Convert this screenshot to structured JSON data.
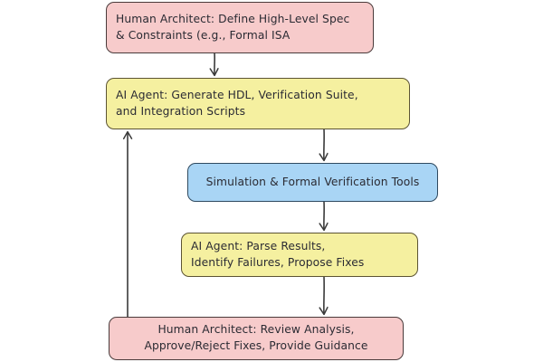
{
  "diagram": {
    "type": "flowchart",
    "title": "AI-assisted hardware design verification loop",
    "background": "#ffffff",
    "colors": {
      "human_fill": "#f7cbcb",
      "human_stroke": "#4a3b3b",
      "agent_fill": "#f5f0a0",
      "agent_stroke": "#5c5434",
      "tool_fill": "#a9d5f5",
      "tool_stroke": "#2f4a60",
      "edge_stroke": "#3a3a3a",
      "text": "#2b2b33"
    },
    "nodes": [
      {
        "id": "spec",
        "role": "human",
        "label": "Human Architect: Define High-Level Spec\n& Constraints (e.g., Formal ISA"
      },
      {
        "id": "generate",
        "role": "agent",
        "label": "AI Agent: Generate HDL, Verification Suite,\nand Integration Scripts"
      },
      {
        "id": "tools",
        "role": "tool",
        "label": "Simulation & Formal Verification Tools"
      },
      {
        "id": "parse",
        "role": "agent",
        "label": "AI Agent: Parse Results,\nIdentify Failures, Propose Fixes"
      },
      {
        "id": "review",
        "role": "human",
        "label": "Human Architect: Review Analysis,\nApprove/Reject Fixes, Provide Guidance"
      }
    ],
    "edges": [
      {
        "id": "spec-to-generate",
        "from": "spec",
        "to": "generate",
        "label": ""
      },
      {
        "id": "generate-to-tools",
        "from": "generate",
        "to": "tools",
        "label": ""
      },
      {
        "id": "tools-to-parse",
        "from": "tools",
        "to": "parse",
        "label": ""
      },
      {
        "id": "parse-to-review",
        "from": "parse",
        "to": "review",
        "label": ""
      },
      {
        "id": "review-to-generate",
        "from": "review",
        "to": "generate",
        "label": ""
      }
    ]
  }
}
